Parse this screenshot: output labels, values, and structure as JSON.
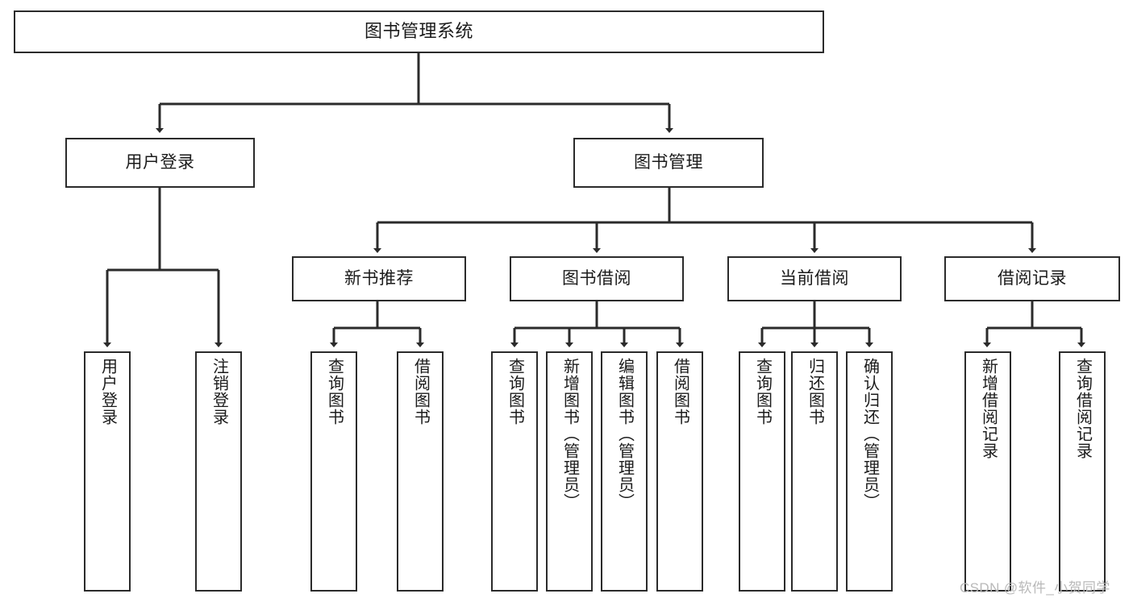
{
  "diagram": {
    "type": "tree",
    "title": "图书管理系统",
    "orientation": "top-down",
    "colors": {
      "box_border": "#2b2b2b",
      "box_fill": "#ffffff",
      "connector": "#2b2b2b",
      "text": "#1b1b1b",
      "watermark": "#b9b9b9"
    },
    "root": {
      "label": "图书管理系统"
    },
    "level2": [
      {
        "label": "用户登录"
      },
      {
        "label": "图书管理"
      }
    ],
    "level3": [
      {
        "label": "新书推荐"
      },
      {
        "label": "图书借阅"
      },
      {
        "label": "当前借阅"
      },
      {
        "label": "借阅记录"
      }
    ],
    "leaves": {
      "user_login": [
        {
          "label": "用户登录"
        },
        {
          "label": "注销登录"
        }
      ],
      "new_book_recommend": [
        {
          "label": "查询图书"
        },
        {
          "label": "借阅图书"
        }
      ],
      "book_borrow": [
        {
          "label": "查询图书"
        },
        {
          "label": "新增图书（管理员）"
        },
        {
          "label": "编辑图书（管理员）"
        },
        {
          "label": "借阅图书"
        }
      ],
      "current_borrow": [
        {
          "label": "查询图书"
        },
        {
          "label": "归还图书"
        },
        {
          "label": "确认归还（管理员）"
        }
      ],
      "borrow_record": [
        {
          "label": "新增借阅记录"
        },
        {
          "label": "查询借阅记录"
        }
      ]
    }
  },
  "watermark": {
    "text": "CSDN @软件_小贺同学"
  }
}
